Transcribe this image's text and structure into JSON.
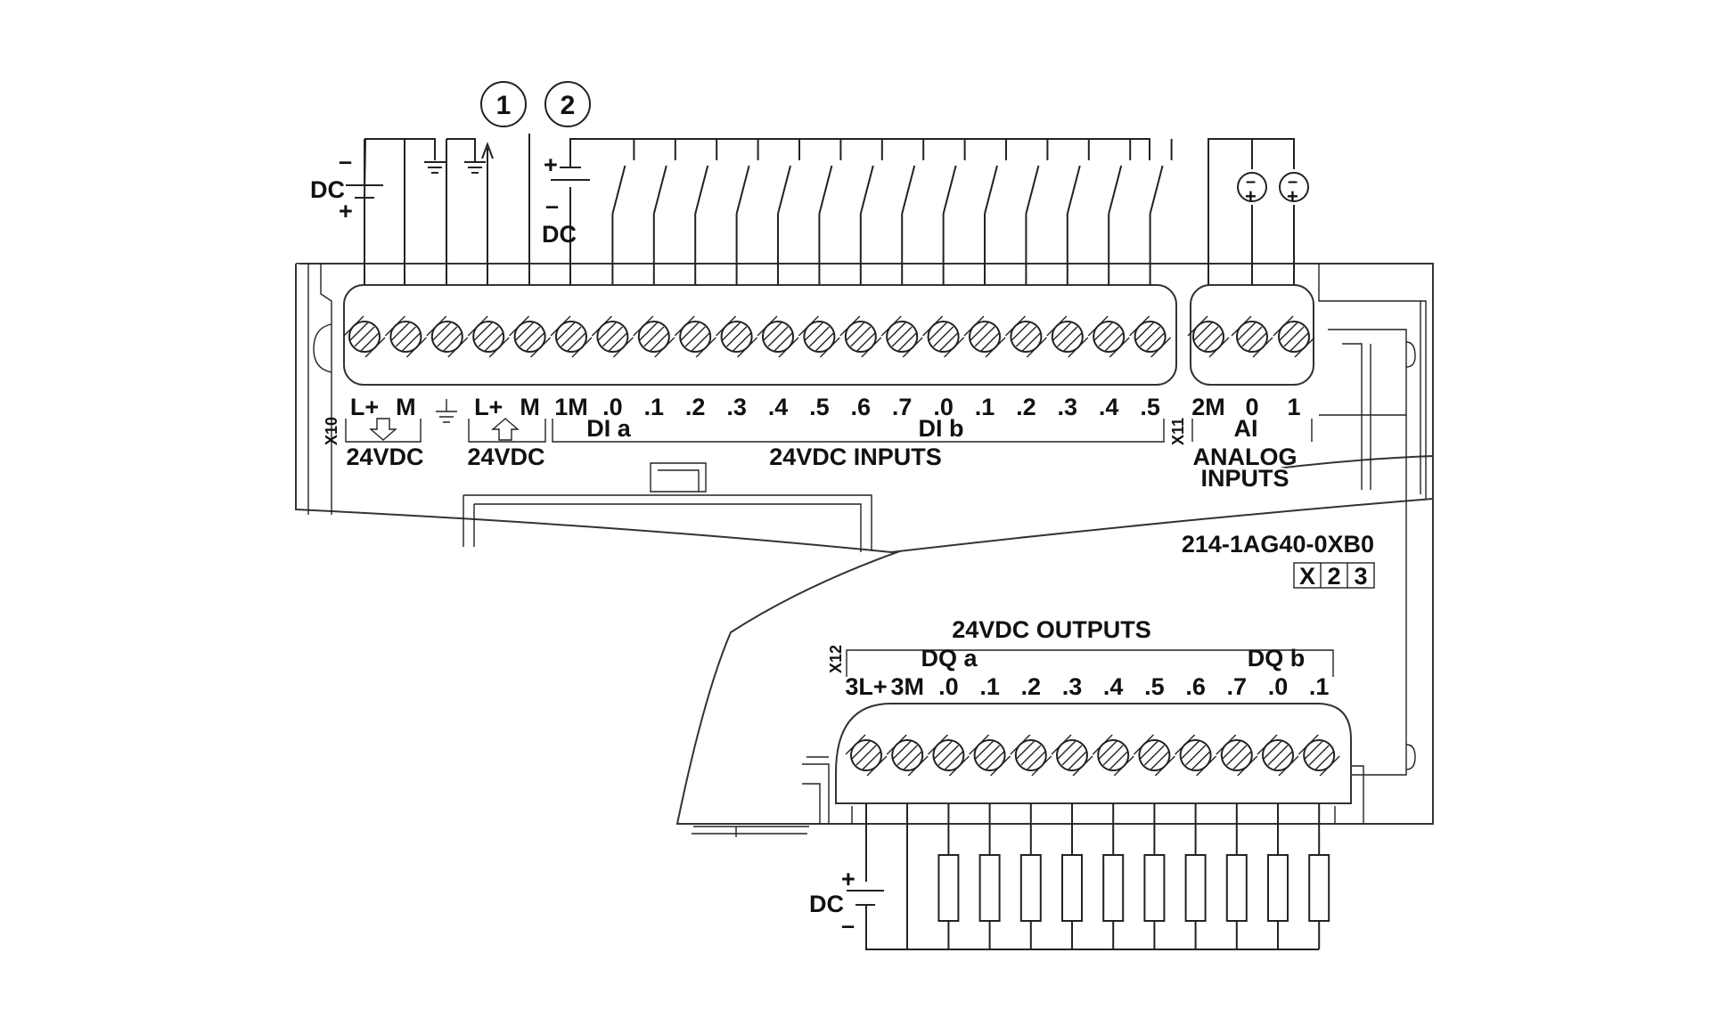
{
  "callouts": [
    "1",
    "2"
  ],
  "supply": {
    "dc_label": "DC",
    "minus": "–",
    "plus": "+"
  },
  "input_supply": {
    "dc_label": "DC",
    "plus": "+",
    "minus": "–"
  },
  "output_supply": {
    "dc_label": "DC",
    "plus": "+",
    "minus": "–"
  },
  "analog_sources": [
    {
      "minus": "–",
      "plus": "+"
    },
    {
      "minus": "–",
      "plus": "+"
    }
  ],
  "connectors": {
    "x10": "X10",
    "x11": "X11",
    "x12": "X12"
  },
  "top_terminal_labels": [
    "L+",
    "M",
    "",
    "L+",
    "M",
    "1M",
    ".0",
    ".1",
    ".2",
    ".3",
    ".4",
    ".5",
    ".6",
    ".7",
    ".0",
    ".1",
    ".2",
    ".3",
    ".4",
    ".5"
  ],
  "analog_terminal_labels": [
    "2M",
    "0",
    "1"
  ],
  "groups": {
    "sensor_out": "24VDC",
    "sensor_in": "24VDC",
    "dia": "DI a",
    "dib": "DI b",
    "inputs": "24VDC INPUTS",
    "ai": "AI",
    "analog_line1": "ANALOG",
    "analog_line2": "INPUTS",
    "outputs": "24VDC OUTPUTS",
    "dqa": "DQ a",
    "dqb": "DQ b"
  },
  "bottom_terminal_labels": [
    "3L+",
    "3M",
    ".0",
    ".1",
    ".2",
    ".3",
    ".4",
    ".5",
    ".6",
    ".7",
    ".0",
    ".1"
  ],
  "part_number": "214-1AG40-0XB0",
  "version_boxes": [
    "X",
    "2",
    "3"
  ]
}
